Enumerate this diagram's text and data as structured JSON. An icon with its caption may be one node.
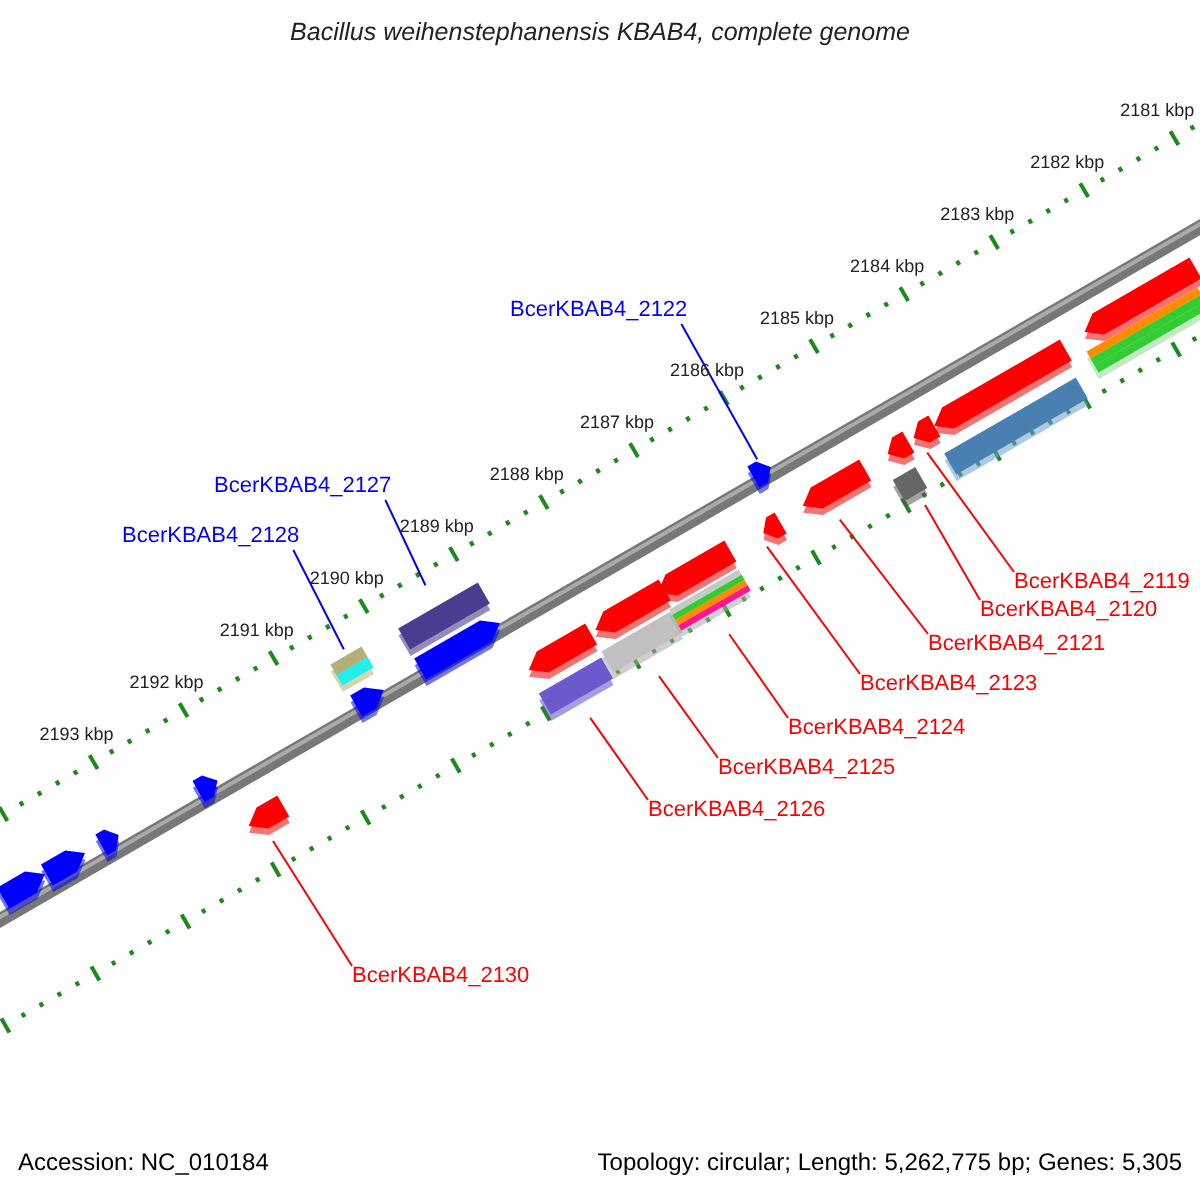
{
  "diagram": {
    "title": "Bacillus weihenstephanensis KBAB4, complete genome",
    "nodes": [
      {
        "text": [
          "BcerKBAB4_2122"
        ]
      },
      {
        "text": [
          "BcerKBAB4_2127"
        ]
      },
      {
        "text": [
          "BcerKBAB4_2128"
        ]
      },
      {
        "text": [
          "BcerKBAB4_2119"
        ]
      },
      {
        "text": [
          "BcerKBAB4_2120"
        ]
      },
      {
        "text": [
          "BcerKBAB4_2121"
        ]
      },
      {
        "text": [
          "BcerKBAB4_2123"
        ]
      },
      {
        "text": [
          "BcerKBAB4_2124"
        ]
      },
      {
        "text": [
          "BcerKBAB4_2125"
        ]
      },
      {
        "text": [
          "BcerKBAB4_2126"
        ]
      },
      {
        "text": [
          "BcerKBAB4_2130"
        ]
      },
      {
        "text": [],
        "shape": "arrow"
      },
      {
        "text": [],
        "shape": "arrow"
      },
      {
        "text": [],
        "shape": "arrow"
      },
      {
        "text": [],
        "shape": "arrow"
      },
      {
        "text": [],
        "shape": "arrow"
      },
      {
        "text": [],
        "shape": "box"
      },
      {
        "text": [],
        "shape": "arrow"
      },
      {
        "text": [],
        "shape": "box"
      },
      {
        "text": [],
        "shape": "arrow"
      },
      {
        "text": [],
        "shape": "arrow"
      },
      {
        "text": [],
        "shape": "box"
      },
      {
        "text": [],
        "shape": "arrow"
      },
      {
        "text": [],
        "shape": "box"
      },
      {
        "text": [],
        "shape": "arrow"
      },
      {
        "text": [],
        "shape": "box"
      },
      {
        "text": [],
        "shape": "arrow"
      },
      {
        "text": [],
        "shape": "arrow"
      },
      {
        "text": [],
        "shape": "arrow"
      },
      {
        "text": [],
        "shape": "arrow"
      },
      {
        "text": [],
        "shape": "box"
      },
      {
        "text": [],
        "shape": "arrow"
      },
      {
        "text": [],
        "shape": "arrow"
      },
      {
        "text": [],
        "shape": "box"
      },
      {
        "text": [],
        "shape": "arrow"
      },
      {
        "text": [],
        "shape": "box"
      }
    ],
    "edges": [
      {
        "from": 0,
        "to": 26,
        "arrow": "none",
        "color": "#0000ff"
      },
      {
        "from": 1,
        "to": 18,
        "arrow": "none",
        "color": "#0000ff"
      },
      {
        "from": 2,
        "to": 16,
        "arrow": "none",
        "color": "#0000ff"
      },
      {
        "from": 3,
        "to": 31,
        "arrow": "none"
      },
      {
        "from": 4,
        "to": 30,
        "arrow": "none"
      },
      {
        "from": 5,
        "to": 28,
        "arrow": "none"
      },
      {
        "from": 6,
        "to": 27,
        "arrow": "none"
      },
      {
        "from": 7,
        "to": 25,
        "arrow": "none"
      },
      {
        "from": 8,
        "to": 23,
        "arrow": "none"
      },
      {
        "from": 9,
        "to": 21,
        "arrow": "none"
      },
      {
        "from": 10,
        "to": 15,
        "arrow": "none"
      }
    ],
    "labels": [
      "2181 kbp",
      "2182 kbp",
      "2183 kbp",
      "2184 kbp",
      "2185 kbp",
      "2186 kbp",
      "2187 kbp",
      "2188 kbp",
      "2189 kbp",
      "2190 kbp",
      "2191 kbp",
      "2192 kbp",
      "2193 kbp",
      "Accession: NC_010184",
      "Topology: circular; Length: 5,262,775 bp; Genes: 5,305"
    ]
  }
}
